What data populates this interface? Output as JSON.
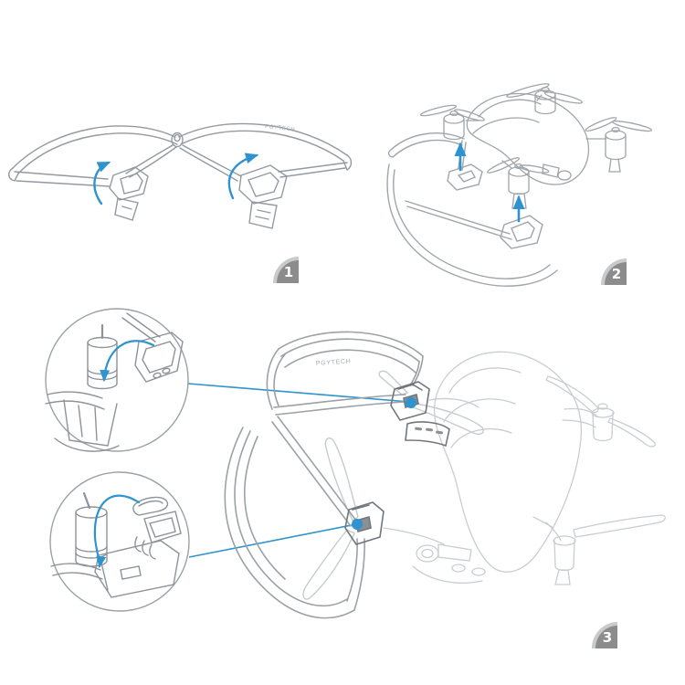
{
  "sheet": {
    "background": "#ffffff",
    "brand_marking": "PGYTECH"
  },
  "steps": [
    {
      "number": "1"
    },
    {
      "number": "2"
    },
    {
      "number": "3"
    }
  ],
  "colors": {
    "accent_blue": "#2E93CE",
    "sketch_gray": "#939AA1",
    "guard_gray": "#9BA1A6",
    "ghost_gray": "#C9CDD1",
    "clip_dark_gray": "#70767B",
    "badge_gray": "#8C8C8C",
    "badge_highlight": "#C8CBCD",
    "badge_number_white": "#FFFFFF"
  },
  "icons": {
    "rotate_attach_arrow": "curved-arrow",
    "lift_attach_arrow": "straight-up-arrow",
    "attachment_point": "filled-dot",
    "detail_callout": "circle-with-leader-line"
  }
}
